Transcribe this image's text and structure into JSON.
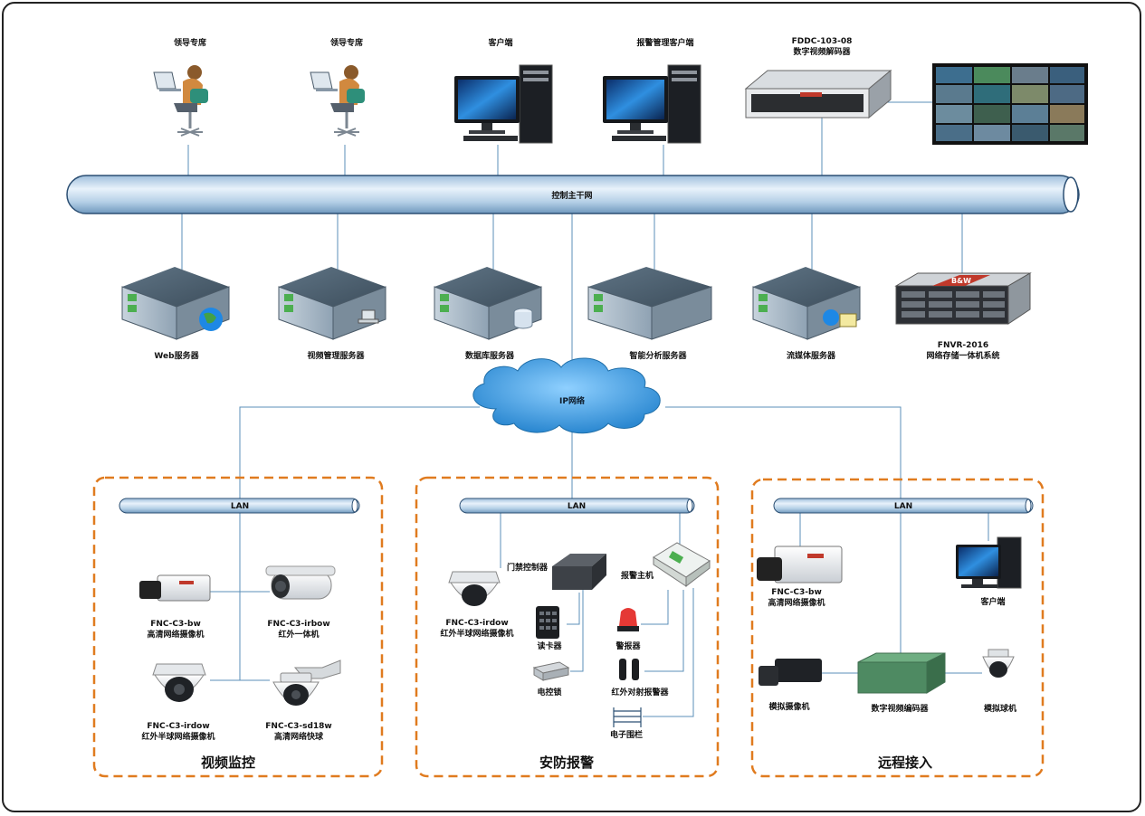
{
  "top": {
    "leader1": "领导专席",
    "leader2": "领导专席",
    "client": "客户端",
    "alarm_client": "报警管理客户端",
    "decoder_model": "FDDC-103-08",
    "decoder_name": "数字视频解码器"
  },
  "backbone": {
    "label": "控制主干网"
  },
  "servers": {
    "web": "Web服务器",
    "video_mgmt": "视频管理服务器",
    "database": "数据库服务器",
    "analysis": "智能分析服务器",
    "streaming": "流媒体服务器",
    "nvr_model": "FNVR-2016",
    "nvr_name": "网络存储一体机系统",
    "nvr_logo": "B&W"
  },
  "cloud": {
    "label": "IP网络"
  },
  "video_zone": {
    "title": "视频监控",
    "lan": "LAN",
    "cam1_model": "FNC-C3-bw",
    "cam1_name": "高清网络摄像机",
    "cam2_model": "FNC-C3-irbow",
    "cam2_name": "红外一体机",
    "cam3_model": "FNC-C3-irdow",
    "cam3_name": "红外半球网络摄像机",
    "cam4_model": "FNC-C3-sd18w",
    "cam4_name": "高清网络快球"
  },
  "security_zone": {
    "title": "安防报警",
    "lan": "LAN",
    "cam_model": "FNC-C3-irdow",
    "cam_name": "红外半球网络摄像机",
    "access_controller": "门禁控制器",
    "card_reader": "读卡器",
    "lock": "电控锁",
    "alarm_host": "报警主机",
    "siren": "警报器",
    "ir_beam": "红外对射报警器",
    "fence": "电子围栏"
  },
  "remote_zone": {
    "title": "远程接入",
    "lan": "LAN",
    "cam_model": "FNC-C3-bw",
    "cam_name": "高清网络摄像机",
    "client": "客户端",
    "analog_cam": "模拟摄像机",
    "encoder": "数字视频编码器",
    "analog_dome": "模拟球机"
  },
  "colors": {
    "pipe_light": "#dcebf7",
    "pipe_dark": "#7fa7c9",
    "pipe_stroke": "#2c4f73",
    "zone_border": "#e07b1f",
    "line": "#5b8fb8",
    "cloud": "#3b95d6"
  }
}
